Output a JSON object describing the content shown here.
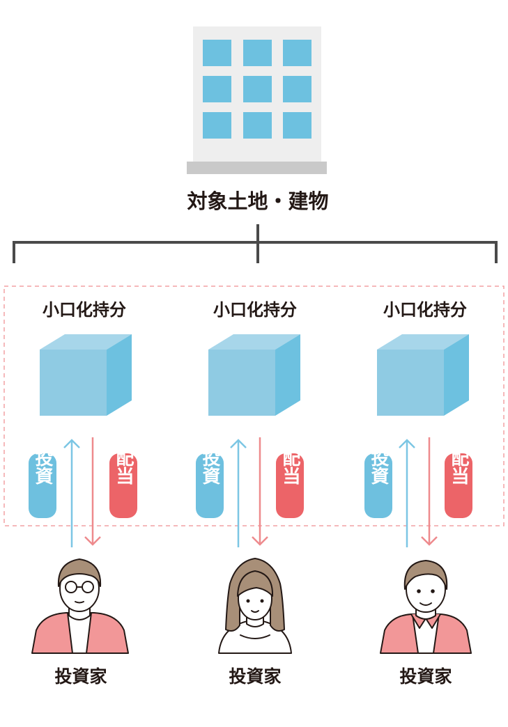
{
  "building_label": "対象土地・建物",
  "units": [
    {
      "title": "小口化持分",
      "invest_label": "投資",
      "dividend_label": "配当",
      "investor_label": "投資家",
      "investor_icon": "man-with-glasses-icon"
    },
    {
      "title": "小口化持分",
      "invest_label": "投資",
      "dividend_label": "配当",
      "investor_label": "投資家",
      "investor_icon": "woman-icon"
    },
    {
      "title": "小口化持分",
      "invest_label": "投資",
      "dividend_label": "配当",
      "investor_label": "投資家",
      "investor_icon": "man-icon"
    }
  ],
  "colors": {
    "building_wall": "#eeeeee",
    "building_base": "#c9c9c9",
    "window": "#6dc1e0",
    "bracket": "#4a4a4a",
    "cube_front": "#8fcbe3",
    "cube_top": "#a7d6ea",
    "cube_side": "#6dc1e0",
    "invest": "#6ec0df",
    "dividend": "#ec6468",
    "arrow_up": "#7cc6e4",
    "arrow_down": "#ee8a8d",
    "dashed_border": "#f2a0a3",
    "skin": "#ffffff",
    "hair": "#a88f78",
    "shirt": "#f29798",
    "text": "#231815"
  }
}
